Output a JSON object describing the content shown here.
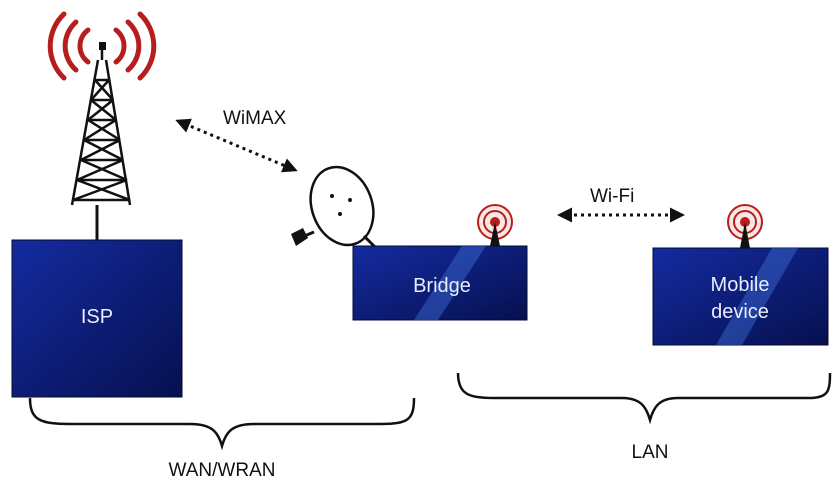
{
  "nodes": {
    "isp": "ISP",
    "bridge": "Bridge",
    "mobile_line1": "Mobile",
    "mobile_line2": "device"
  },
  "links": {
    "wimax": "WiMAX",
    "wifi": "Wi-Fi"
  },
  "groups": {
    "wan": "WAN/WRAN",
    "lan": "LAN"
  },
  "colors": {
    "box_fill": "#0c1a6e",
    "box_stripe": "#3f6fd8",
    "signal_red": "#b81d1d",
    "line": "#111111"
  }
}
